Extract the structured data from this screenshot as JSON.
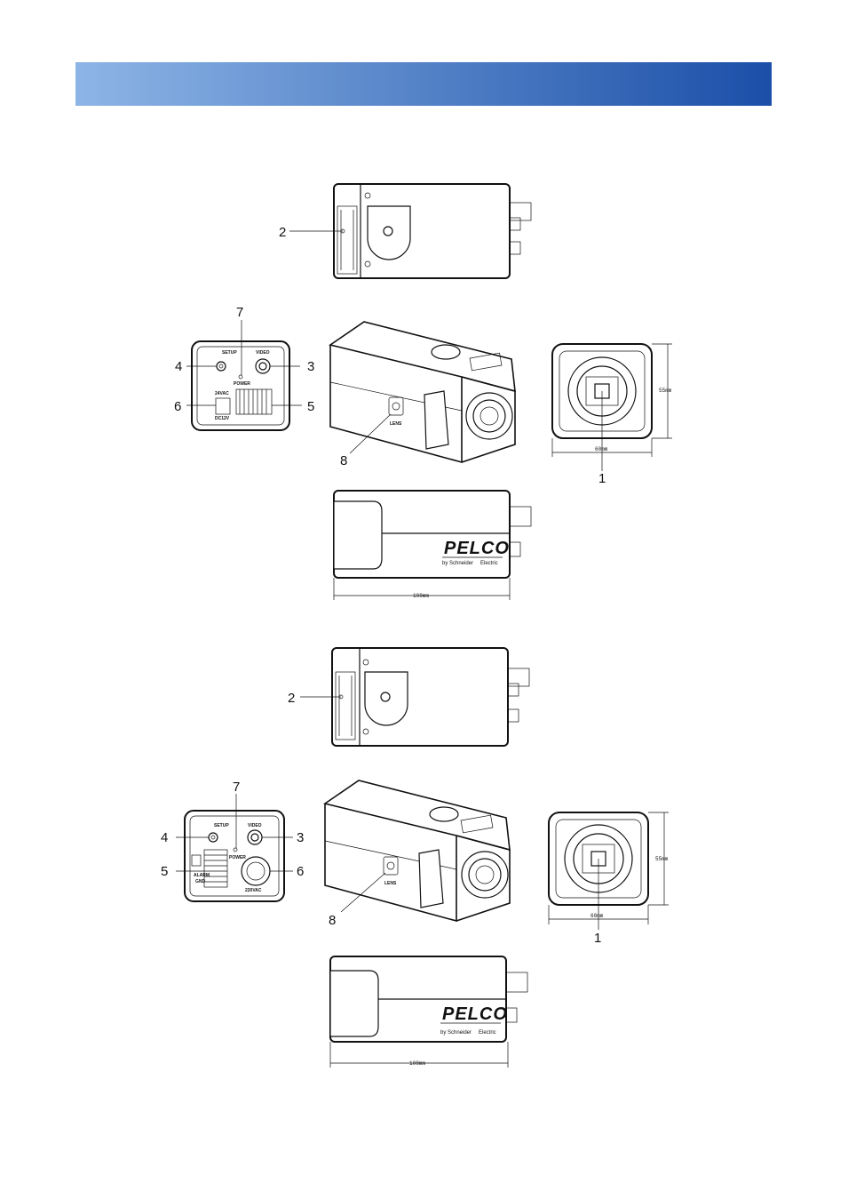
{
  "header": {
    "color_start": "#8db5e6",
    "color_end": "#1b4fa8"
  },
  "labels": {
    "n1": "1",
    "n2": "2",
    "n3": "3",
    "n4": "4",
    "n5": "5",
    "n6": "6",
    "n7": "7",
    "n8": "8"
  },
  "panel": {
    "setup": "SETUP",
    "video": "VIDEO",
    "power": "POWER",
    "v24ac": "24VAC",
    "dc12v": "DC12V",
    "v220ac": "220VAC",
    "lens": "LENS",
    "alarm": "ALARM",
    "gnd": "GND"
  },
  "dims": {
    "width": "60mm",
    "height": "55mm",
    "length": "108mm"
  },
  "brand": {
    "logo": "PELCO",
    "by": "by Schneider",
    "electric": "Electric"
  }
}
